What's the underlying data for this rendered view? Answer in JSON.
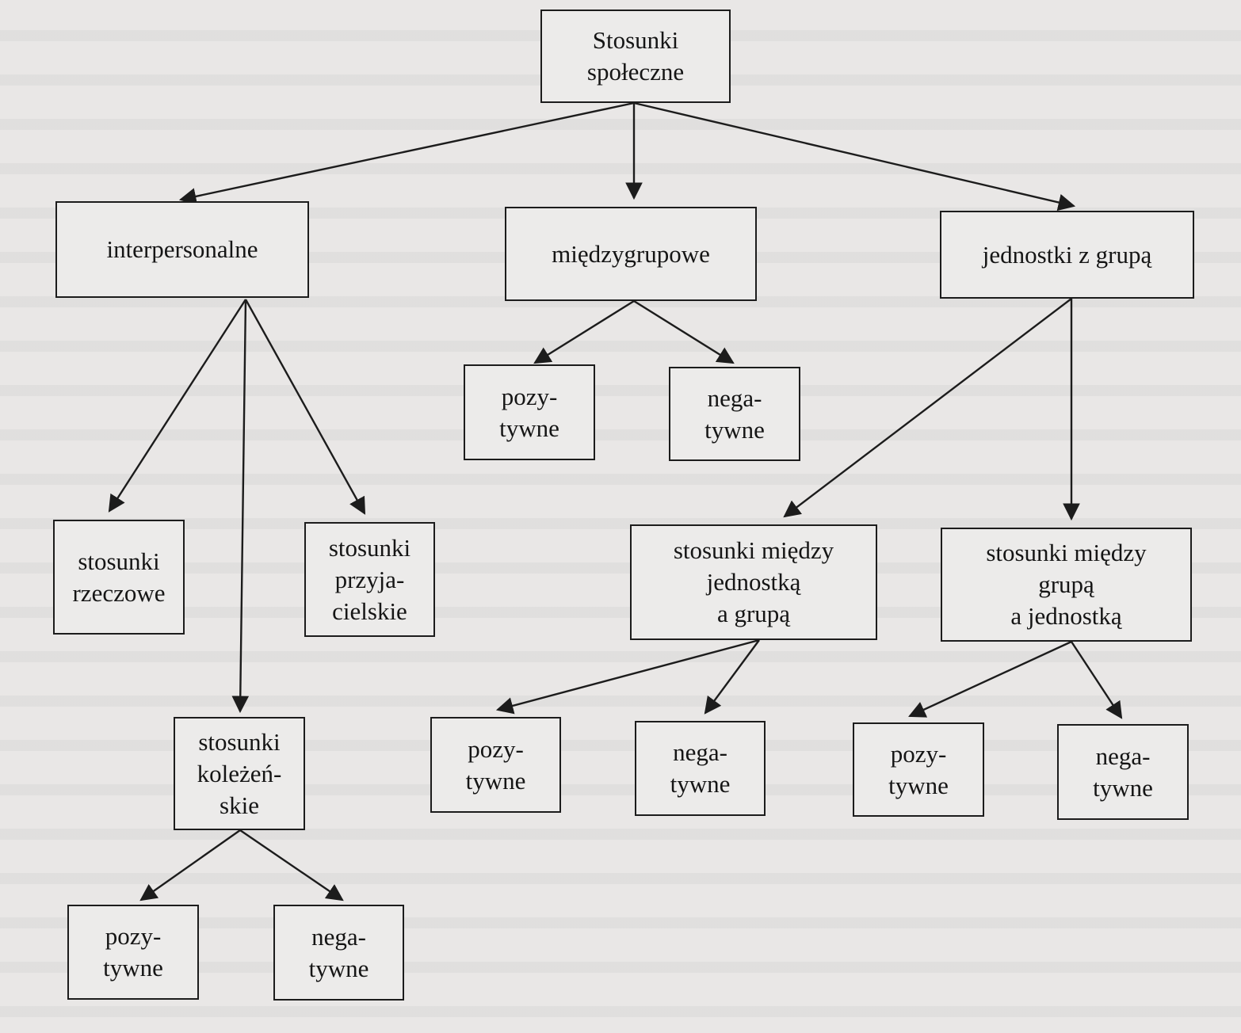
{
  "diagram": {
    "root": "Stosunki\nspołeczne",
    "interpersonal": "interpersonalne",
    "intergroup": "międzygrupowe",
    "individual_group": "jednostki z grupą",
    "intergroup_positive": "pozy-\ntywne",
    "intergroup_negative": "nega-\ntywne",
    "factual": "stosunki\nrzeczowe",
    "friendly": "stosunki\nprzyja-\ncielskie",
    "collegial": "stosunki\nkoleżeń-\nskie",
    "collegial_positive": "pozy-\ntywne",
    "collegial_negative": "nega-\ntywne",
    "individual_to_group": "stosunki między\njednostką\na grupą",
    "group_to_individual": "stosunki między\ngrupą\na jednostką",
    "itg_positive": "pozy-\ntywne",
    "itg_negative": "nega-\ntywne",
    "gti_positive": "pozy-\ntywne",
    "gti_negative": "nega-\ntywne"
  },
  "colors": {
    "paper": "#e9e7e6",
    "ink": "#1c1c1c"
  }
}
